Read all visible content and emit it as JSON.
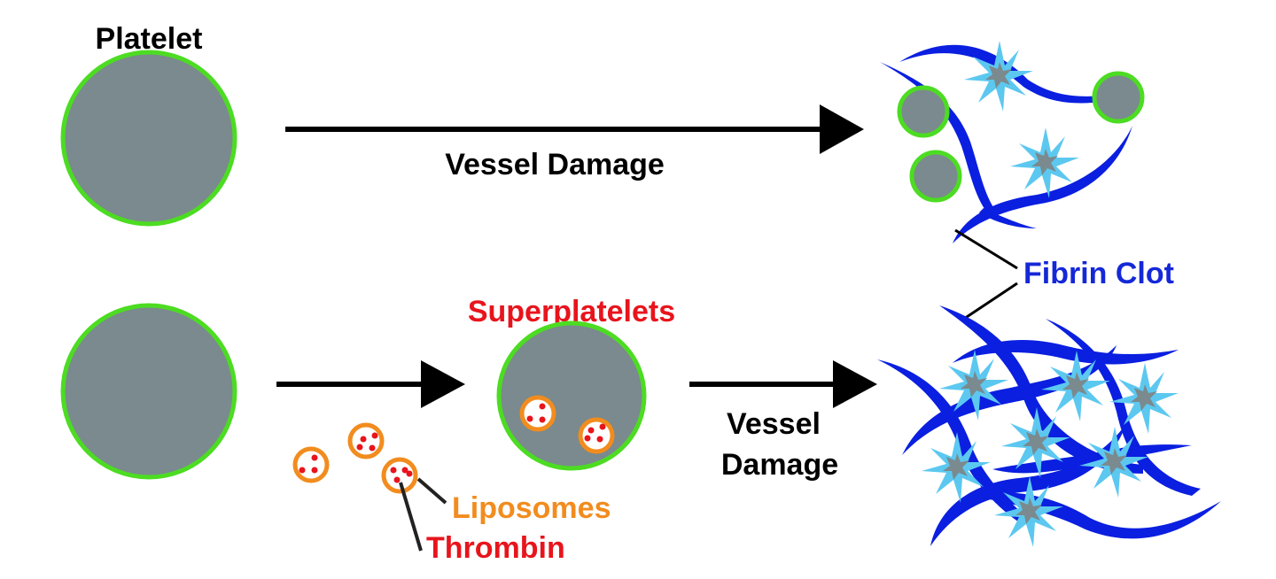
{
  "labels": {
    "platelet": "Platelet",
    "vessel_damage_top": "Vessel Damage",
    "superplatelets": "Superplatelets",
    "vessel_damage_bottom_line1": "Vessel",
    "vessel_damage_bottom_line2": "Damage",
    "fibrin_clot": "Fibrin Clot",
    "liposomes": "Liposomes",
    "thrombin": "Thrombin"
  },
  "colors": {
    "platelet_fill": "#7a8a8e",
    "platelet_border": "#4cdc22",
    "fibrin": "#0a1fe0",
    "activated_star": "#5cc8f0",
    "liposome_border": "#f28c1e",
    "thrombin": "#e8141c",
    "superplatelets_text": "#e8141c",
    "liposomes_text": "#f28c1e",
    "fibrin_text": "#1428d8",
    "arrow": "#000000"
  }
}
